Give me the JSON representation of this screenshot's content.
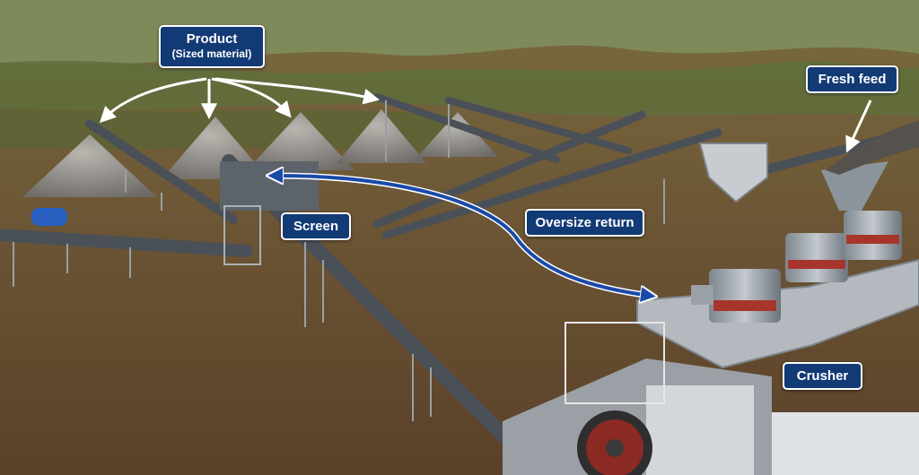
{
  "labels": {
    "product_title": "Product",
    "product_sub": "(Sized material)",
    "fresh_feed": "Fresh feed",
    "screen": "Screen",
    "oversize_return": "Oversize return",
    "crusher": "Crusher"
  },
  "colors": {
    "label_bg": "#123a75",
    "label_border": "#ffffff",
    "return_arrow": "#1a4aa8",
    "pointer_arrow": "#ffffff"
  }
}
